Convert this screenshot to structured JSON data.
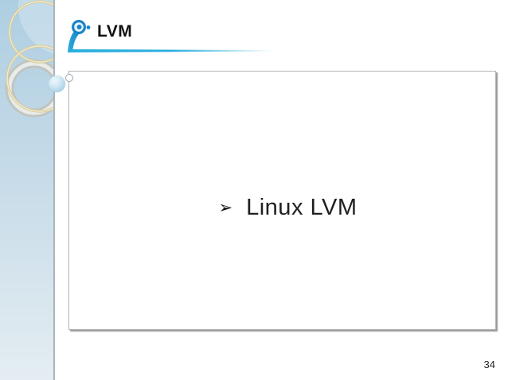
{
  "slide": {
    "title": "LVM",
    "bullet": {
      "marker": "➢",
      "text": "Linux LVM"
    },
    "page_number": "34"
  },
  "icons": {
    "header_icon": "horn-speaker-icon",
    "bullet_icon": "arrow-bullet"
  },
  "colors": {
    "accent_blue": "#29aede",
    "icon_blue": "#1a86c8",
    "icon_blue_light": "#e8f5fb",
    "sidebar_top": "#aecfe2",
    "sidebar_mid": "#c3d9e7",
    "sidebar_bottom": "#e4edf2",
    "cream_ring": "#ddd3a2",
    "cream_ring_light": "#f0ead0",
    "gray_ring": "#c5c8c4",
    "gray_ring_light": "#eaece9",
    "box_border": "#b3b3b3",
    "text_dark": "#1f1f1f"
  }
}
